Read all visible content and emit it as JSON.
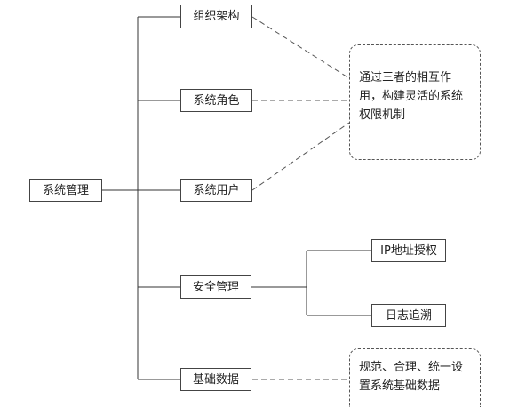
{
  "root": {
    "label": "系统管理"
  },
  "branches": {
    "org": {
      "label": "组织架构"
    },
    "role": {
      "label": "系统角色"
    },
    "user": {
      "label": "系统用户"
    },
    "security": {
      "label": "安全管理",
      "children": {
        "ip": {
          "label": "IP地址授权"
        },
        "log": {
          "label": "日志追溯"
        }
      }
    },
    "basic": {
      "label": "基础数据"
    }
  },
  "notes": {
    "permission": {
      "lines": [
        "通过三者的相互作",
        "用，构建灵活的系统",
        "权限机制"
      ]
    },
    "basic": {
      "lines": [
        "规范、合理、统一设",
        "置系统基础数据"
      ]
    }
  }
}
